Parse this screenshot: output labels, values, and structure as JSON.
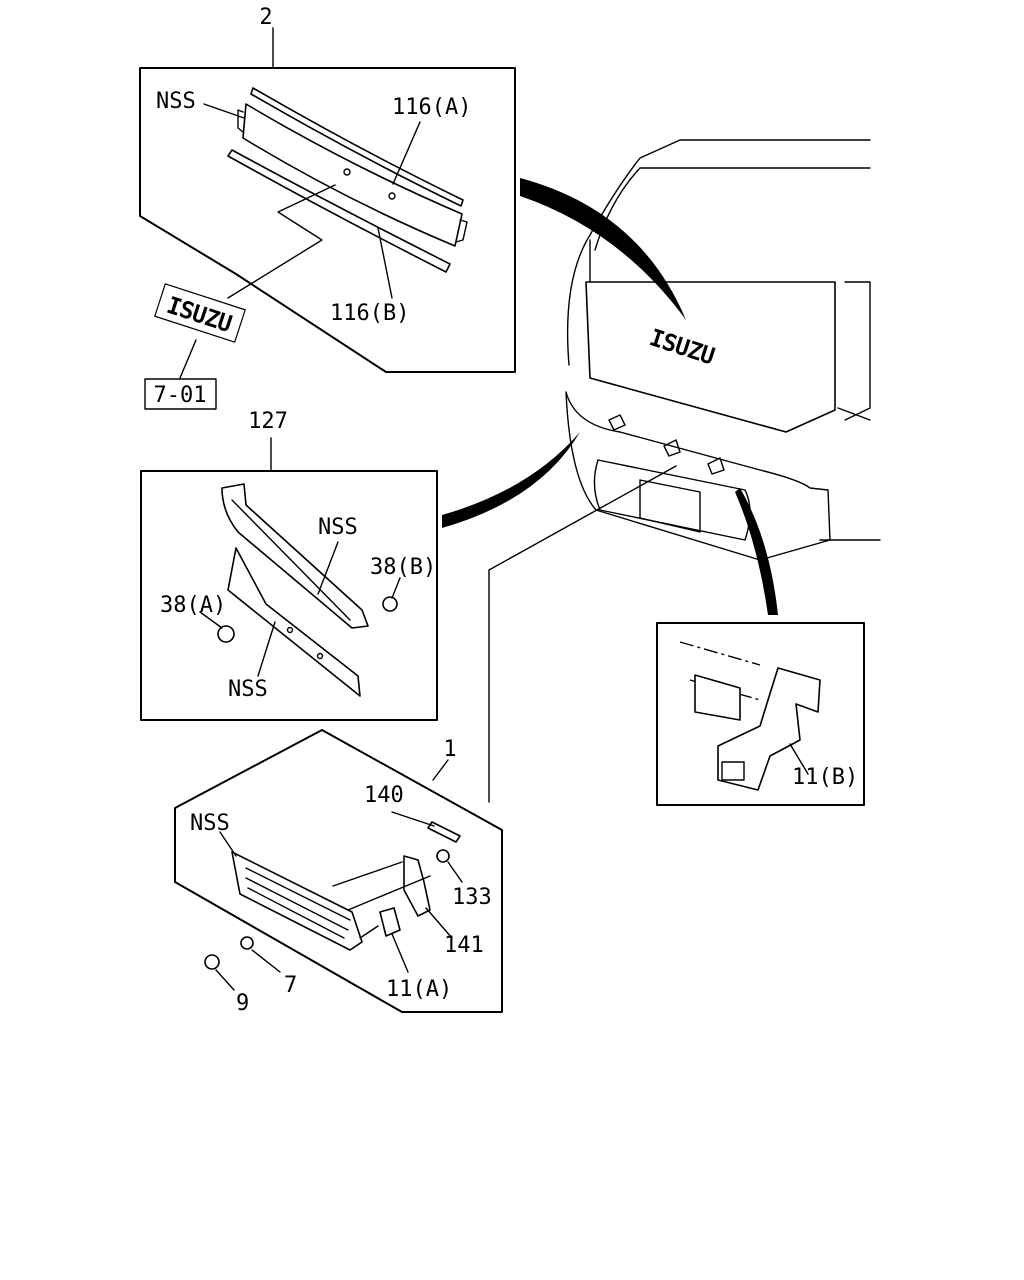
{
  "labels": {
    "frame2": "2",
    "nss_top": "NSS",
    "p116a": "116(A)",
    "p116b": "116(B)",
    "ref": "7-01",
    "frame127": "127",
    "nss_mid1": "NSS",
    "p38b": "38(B)",
    "p38a": "38(A)",
    "nss_mid2": "NSS",
    "p11b": "11(B)",
    "frame1": "1",
    "p140": "140",
    "nss_bot": "NSS",
    "p133": "133",
    "p141": "141",
    "p7": "7",
    "p9": "9",
    "p11a": "11(A)"
  },
  "emblem": {
    "text": "ISUZU"
  }
}
